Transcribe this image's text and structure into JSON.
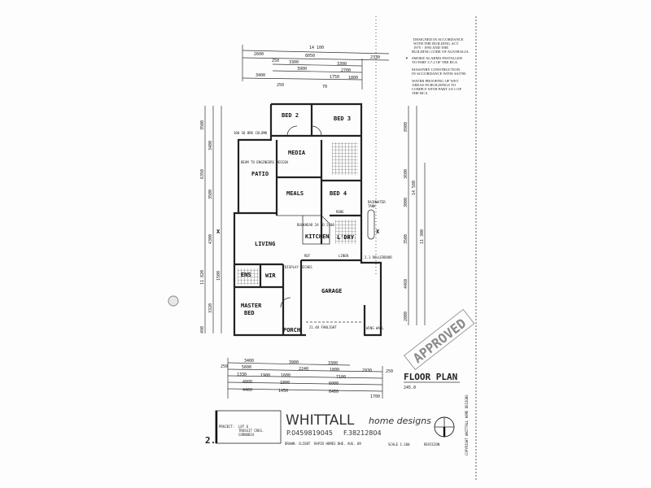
{
  "notes": [
    "DESIGNED IN ACCORDANCE",
    "WITH THE BUILDING ACT",
    "1975 - 1993 AND THE",
    "BUILDING CODE OF AUSTRALIA",
    "SMOKE ALARMS INSTALLED",
    "TO PART 3.7.2 OF THE BCA",
    "MASONRY CONSTRUCTION",
    "IN ACCORDANCE WITH AS3700",
    "WATER PROOFING OF WET",
    "AREAS IN BUILDINGS TO",
    "COMPLY WITH PART 3.8.1 OF",
    "THE BCA"
  ],
  "rooms": {
    "bed2": "BED 2",
    "bed3": "BED 3",
    "media": "MEDIA",
    "patio": "PATIO",
    "meals": "MEALS",
    "bed4": "BED 4",
    "living": "LIVING",
    "kitchen": "KITCHEN",
    "laundry": "L'DRY",
    "garage": "GARAGE",
    "master": "MASTER",
    "master2": "BED",
    "ensuite": "ENS",
    "wir": "WIR",
    "porch": "PORCH",
    "robe": "ROBE",
    "linen": "LINEN",
    "ref": "REF",
    "rainwater": "RAINWATER",
    "tank": "TANK",
    "beam": "BEAM TO ENGINEERS DESIGN",
    "bulkhead": "BULKHEAD 2A TO 2400",
    "display": "DISPLAY NICHES",
    "rollerdoor": "2.1 ROLLERDOOR",
    "fanlight": "21.48 FANLIGHT",
    "column": "100 SQ BRK COLUMN",
    "wall": "WING WALL"
  },
  "dims_top": [
    "14 100",
    "2600",
    "8050",
    "2330",
    "250",
    "3300",
    "3300",
    "3900",
    "2700",
    "3400",
    "250",
    "1750",
    "1800",
    "70"
  ],
  "dims_bottom": [
    "3400",
    "3900",
    "3300",
    "250",
    "5600",
    "2240",
    "1800",
    "2930",
    "1330",
    "1900",
    "1600",
    "7100",
    "4800",
    "1800",
    "6000",
    "4460",
    "1450",
    "6460",
    "1700",
    "250"
  ],
  "dims_left": [
    "3500",
    "6350",
    "3400",
    "3500",
    "4300",
    "11 820",
    "1500",
    "3320",
    "490"
  ],
  "dims_right": [
    "8900",
    "14 580",
    "11 300",
    "3600",
    "3000",
    "3500",
    "4460",
    "2000"
  ],
  "section_marker": "X",
  "plan_title": "FLOOR PLAN",
  "plan_area": "245.0",
  "stamp": "APPROVED",
  "brand": {
    "name": "WHITTALL",
    "tagline": "home designs",
    "phone": "P.0459819045",
    "fax": "F.38212804"
  },
  "sheet_number": "2.",
  "project": {
    "label": "PROJECT:",
    "lines": [
      "LOT 6",
      "TRUSSIT CRES.",
      "CORNUBIA"
    ]
  },
  "footer": {
    "drawn": "DRAWN: CLIENT",
    "client": "RAPID HOMES DHE. AUG. 09",
    "scale": "SCALE 1:100",
    "revision": "REVISION"
  },
  "copyright": "COPYRIGHT WHITTALL HOME DESIGNS"
}
